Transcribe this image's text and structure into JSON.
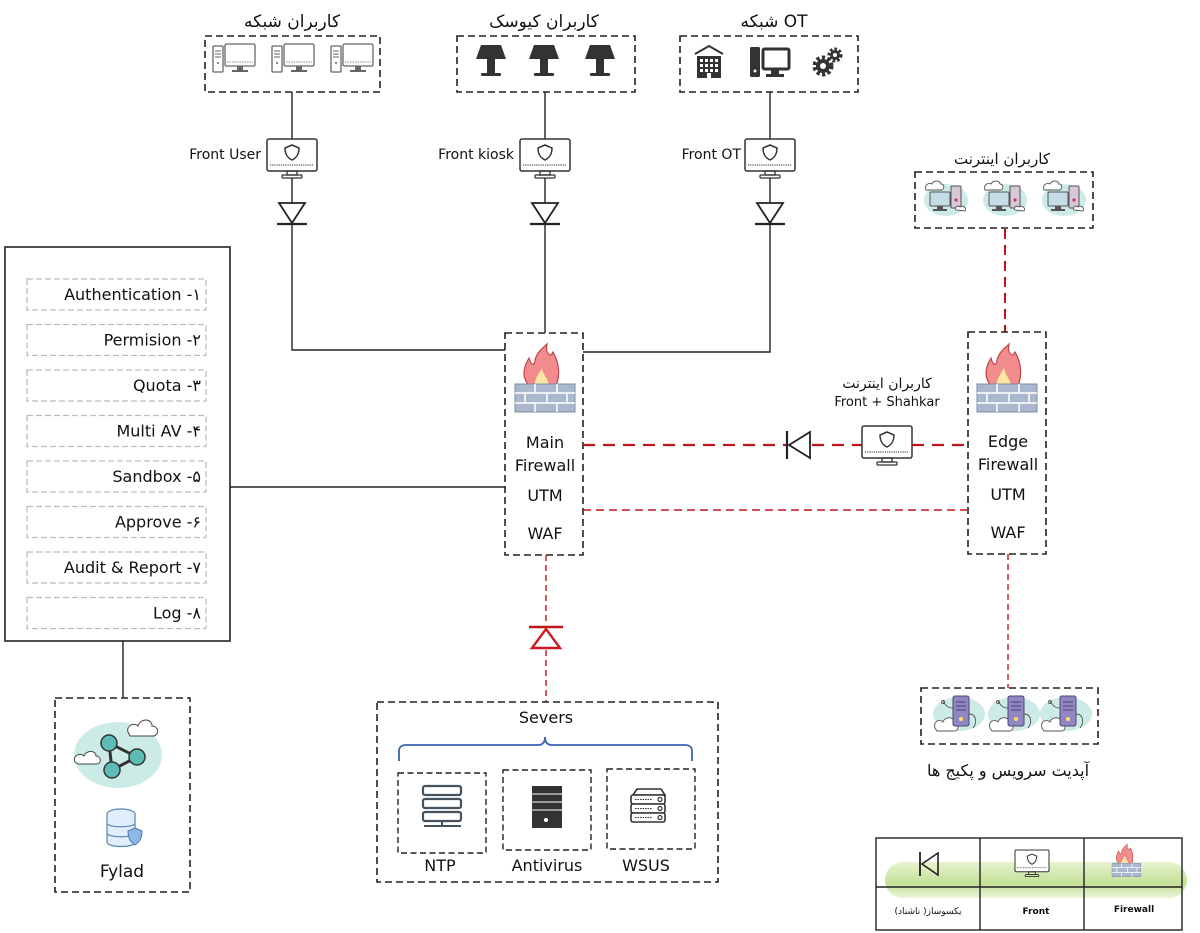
{
  "groups": {
    "network_users": {
      "title": "کاربران شبکه",
      "icon": "desktop-computer-icon",
      "count": 3
    },
    "kiosk_users": {
      "title": "کاربران کیوسک",
      "icon": "kiosk-icon",
      "count": 3
    },
    "ot_network": {
      "title": "شبکه OT",
      "icons": [
        "building-icon",
        "computer-icon",
        "gears-icon"
      ]
    },
    "internet_users": {
      "title": "کاربران اینترنت",
      "icon": "cloud-computer-icon",
      "count": 3
    },
    "updates": {
      "title": "آپدیت سرویس و پکیج ها",
      "icon": "cloud-server-icon",
      "count": 3
    }
  },
  "fronts": {
    "user": "Front User",
    "kiosk": "Front kiosk",
    "ot": "Front OT",
    "shahkar_title": "کاربران اینترنت",
    "shahkar_sub": "Front + Shahkar"
  },
  "main_firewall": {
    "line1": "Main",
    "line2": "Firewall",
    "utm": "UTM",
    "waf": "WAF"
  },
  "edge_firewall": {
    "line1": "Edge",
    "line2": "Firewall",
    "utm": "UTM",
    "waf": "WAF"
  },
  "policy_steps": [
    {
      "label": "Authentication -۱"
    },
    {
      "label": "Permision -۲"
    },
    {
      "label": "Quota -۳"
    },
    {
      "label": "Multi AV -۴"
    },
    {
      "label": "Sandbox -۵"
    },
    {
      "label": "Approve -۶"
    },
    {
      "label": "Audit & Report -۷"
    },
    {
      "label": "Log -۸"
    }
  ],
  "fylad": {
    "label": "Fylad"
  },
  "servers": {
    "title": "Severs",
    "items": [
      {
        "label": "NTP"
      },
      {
        "label": "Antivirus"
      },
      {
        "label": "WSUS"
      }
    ]
  },
  "legend": {
    "items": [
      {
        "label": "یکسوساز( ناشناد)",
        "icon": "diode-icon"
      },
      {
        "label": "Front",
        "icon": "front-monitor-icon"
      },
      {
        "label": "Firewall",
        "icon": "firewall-icon"
      }
    ]
  },
  "colors": {
    "line": "#1a1a1a",
    "red_link": "#c0141b",
    "dashed_box": "#1a1a1a",
    "light_dash": "#bdbdbd",
    "brace": "#3a63b0",
    "flame_outer": "#f07a7a",
    "flame_inner": "#fbe39a",
    "brick": "#a9b8cc",
    "cloud_teal": "#cdebe6",
    "server_purple": "#8f86c2",
    "legend_green": "#b9db86"
  }
}
